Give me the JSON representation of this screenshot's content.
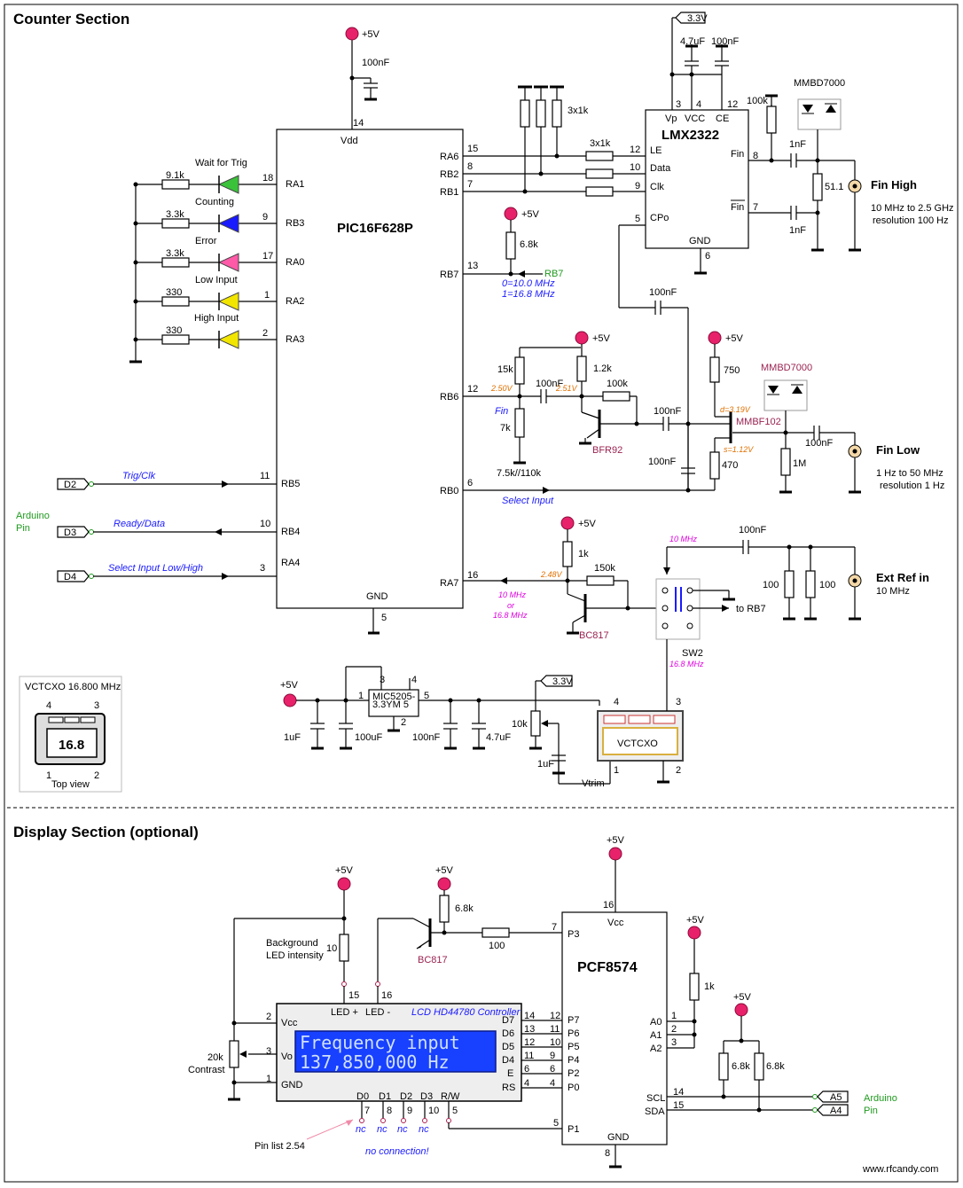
{
  "sections": {
    "counter_title": "Counter Section",
    "display_title": "Display Section (optional)"
  },
  "pic": {
    "name": "PIC16F628P",
    "vdd": "Vdd",
    "vdd_pin": "14",
    "gnd": "GND",
    "gnd_pin": "5",
    "left_pins": [
      {
        "label": "RA1",
        "num": "18"
      },
      {
        "label": "RB3",
        "num": "9"
      },
      {
        "label": "RA0",
        "num": "17"
      },
      {
        "label": "RA2",
        "num": "1"
      },
      {
        "label": "RA3",
        "num": "2"
      },
      {
        "label": "RB5",
        "num": "11"
      },
      {
        "label": "RB4",
        "num": "10"
      },
      {
        "label": "RA4",
        "num": "3"
      }
    ],
    "right_pins": [
      {
        "label": "RA6",
        "num": "15"
      },
      {
        "label": "RB2",
        "num": "8"
      },
      {
        "label": "RB1",
        "num": "7"
      },
      {
        "label": "RB7",
        "num": "13"
      },
      {
        "label": "RB6",
        "num": "12"
      },
      {
        "label": "RB0",
        "num": "6"
      },
      {
        "label": "RA7",
        "num": "16"
      }
    ]
  },
  "leds": [
    {
      "label": "Wait for Trig",
      "res": "9.1k",
      "color": "#3ac23a"
    },
    {
      "label": "Counting",
      "res": "3.3k",
      "color": "#1a1aff"
    },
    {
      "label": "Error",
      "res": "3.3k",
      "color": "#ff5aa8"
    },
    {
      "label": "Low Input",
      "res": "330",
      "color": "#f2e600"
    },
    {
      "label": "High Input",
      "res": "330",
      "color": "#f2e600"
    }
  ],
  "arduino_left": {
    "label": "Arduino",
    "label2": "Pin",
    "pins": [
      {
        "pin": "D2",
        "signal": "Trig/Clk"
      },
      {
        "pin": "D3",
        "signal": "Ready/Data"
      },
      {
        "pin": "D4",
        "signal": "Select Input Low/High"
      }
    ]
  },
  "labels": {
    "p5v": "+5V",
    "p33v": "3.3V",
    "c100n": "100nF",
    "c47u": "4.7uF",
    "c1n": "1nF",
    "r3x1k": "3x1k",
    "r100k": "100k",
    "mmbd": "MMBD7000",
    "r511": "51.1",
    "r68k": "6.8k",
    "rb7": "RB7",
    "rb7_0": "0=10.0 MHz",
    "rb7_1": "1=16.8 MHz",
    "r15k": "15k",
    "r12k": "1.2k",
    "r7k": "7k",
    "r75k": "7.5k//110k",
    "r750": "750",
    "r470": "470",
    "r1M": "1M",
    "r1k": "1k",
    "r150k": "150k",
    "r100": "100",
    "r10k": "10k",
    "fin": "Fin",
    "select_input": "Select Input",
    "v250": "2.50V",
    "v251": "2.51V",
    "v319": "d=3.19V",
    "v112": "s=1.12V",
    "v248": "2.48V",
    "bfr92": "BFR92",
    "mmbf": "MMBF102",
    "bc817": "BC817",
    "freq_sel_1": "10 MHz",
    "freq_sel_2": "or",
    "freq_sel_3": "16.8 MHz",
    "sw2": "SW2",
    "sw_10": "10 MHz",
    "sw_168": "16.8 MHz",
    "to_rb7": "to RB7",
    "mic": "MIC5205-",
    "mic2": "3.3YM 5",
    "c1u": "1uF",
    "c100u": "100uF",
    "vctcxo": "VCTCXO",
    "vtrim": "Vtrim"
  },
  "lmx": {
    "name": "LMX2322",
    "pins_top": [
      "Vp",
      "VCC",
      "CE"
    ],
    "pins_top_num": [
      "3",
      "4",
      "12"
    ],
    "pins_left": [
      {
        "label": "LE",
        "num": "12"
      },
      {
        "label": "Data",
        "num": "10"
      },
      {
        "label": "Clk",
        "num": "9"
      },
      {
        "label": "CPo",
        "num": "5"
      }
    ],
    "fin": "Fin",
    "fin_num": "8",
    "finbar": "Fin",
    "finbar_num": "7",
    "gnd": "GND",
    "gnd_num": "6"
  },
  "inputs": {
    "fin_high": "Fin High",
    "fin_high_d1": "10 MHz to 2.5 GHz",
    "fin_high_d2": "resolution 100 Hz",
    "fin_low": "Fin Low",
    "fin_low_d1": "1 Hz to 50 MHz",
    "fin_low_d2": "resolution 1 Hz",
    "ext_ref": "Ext Ref in",
    "ext_ref_d": "10 MHz"
  },
  "vctcxo_box": {
    "title": "VCTCXO 16.800 MHz",
    "value": "16.8",
    "p4": "4",
    "p3": "3",
    "p1": "1",
    "p2": "2",
    "caption": "Top view"
  },
  "display": {
    "lcd_title": "LCD HD44780 Controller",
    "lcd_line1": "Frequency input",
    "lcd_line2": " 137,850,000 Hz",
    "led_plus": "LED +",
    "led_minus": "LED -",
    "led_plus_num": "15",
    "led_minus_num": "16",
    "lcd_left": [
      {
        "label": "Vcc",
        "num": "2"
      },
      {
        "label": "Vo",
        "num": "3"
      },
      {
        "label": "GND",
        "num": "1"
      }
    ],
    "lcd_right": [
      {
        "label": "D7",
        "num": "14"
      },
      {
        "label": "D6",
        "num": "13"
      },
      {
        "label": "D5",
        "num": "12"
      },
      {
        "label": "D4",
        "num": "11"
      },
      {
        "label": "E",
        "num": "6"
      },
      {
        "label": "RS",
        "num": "4"
      }
    ],
    "lcd_bottom": [
      {
        "label": "D0",
        "num": "7"
      },
      {
        "label": "D1",
        "num": "8"
      },
      {
        "label": "D2",
        "num": "9"
      },
      {
        "label": "D3",
        "num": "10"
      },
      {
        "label": "R/W",
        "num": "5"
      }
    ],
    "nc": "nc",
    "no_connection": "no connection!",
    "pin_list": "Pin list 2.54",
    "bg_led_1": "Background",
    "bg_led_2": "LED intensity",
    "r10": "10",
    "contrast_1": "20k",
    "contrast_2": "Contrast",
    "pcf": "PCF8574",
    "pcf_vcc": "Vcc",
    "pcf_vcc_num": "16",
    "pcf_gnd": "GND",
    "pcf_gnd_num": "8",
    "pcf_left": [
      {
        "label": "P3",
        "num": "7"
      },
      {
        "label": "P7",
        "num": "12"
      },
      {
        "label": "P6",
        "num": "11"
      },
      {
        "label": "P5",
        "num": "10"
      },
      {
        "label": "P4",
        "num": "9"
      },
      {
        "label": "P2",
        "num": "6"
      },
      {
        "label": "P0",
        "num": "4"
      },
      {
        "label": "P1",
        "num": "5"
      }
    ],
    "pcf_right": [
      {
        "label": "A0",
        "num": "1"
      },
      {
        "label": "A1",
        "num": "2"
      },
      {
        "label": "A2",
        "num": "3"
      },
      {
        "label": "SCL",
        "num": "14"
      },
      {
        "label": "SDA",
        "num": "15"
      }
    ],
    "r1k": "1k",
    "r68k": "6.8k",
    "r100": "100",
    "bc817": "BC817",
    "arduino": "Arduino",
    "arduino2": "Pin",
    "a5": "A5",
    "a4": "A4"
  },
  "footer": "www.rfcandy.com"
}
